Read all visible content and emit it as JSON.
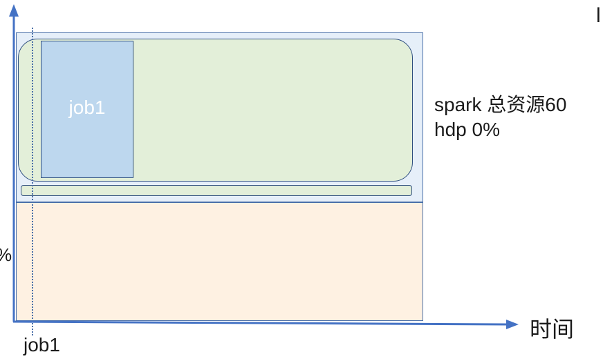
{
  "diagram": {
    "job_box_label": "job1",
    "spark_label": "spark 总资源60",
    "hdp_label": "hdp 0%",
    "x_axis_label": "时间",
    "bottom_marker_label": "job1",
    "left_pct_fragment": "%",
    "left_top_fragment": "",
    "top_right_fragment": "l"
  },
  "colors": {
    "axis": "#4472c4",
    "spark_region": "#e6eff9",
    "hdp_region": "#fef1e2",
    "spark_pool_fill": "#e3efd9",
    "job_fill": "#bdd7ee",
    "border": "#2f4f7f"
  }
}
